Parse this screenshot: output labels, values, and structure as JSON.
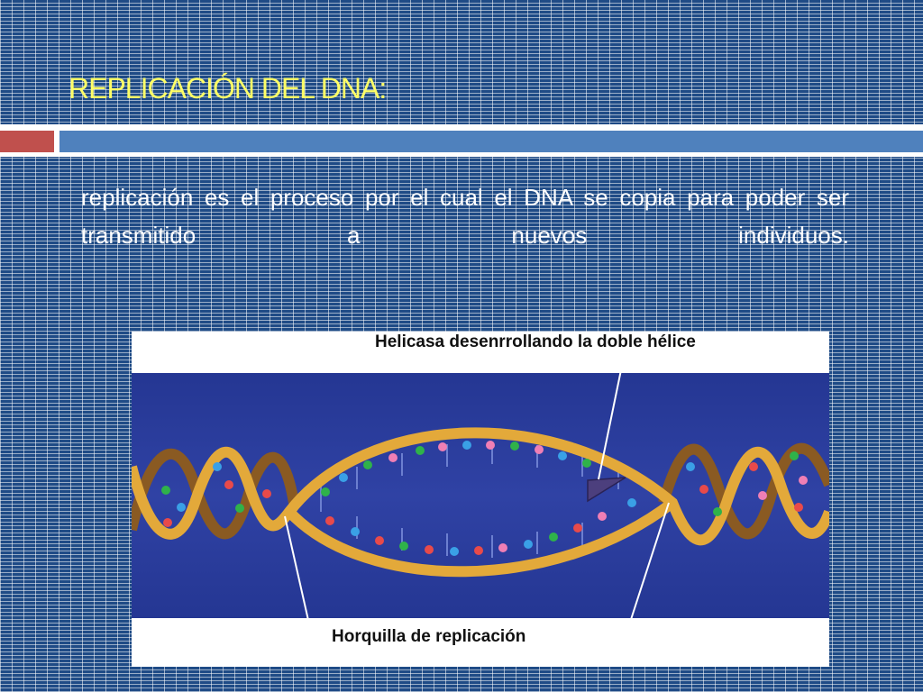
{
  "slide": {
    "title": "REPLICACIÓN DEL DNA:",
    "body": "replicación es el proceso por el cual el DNA se copia para poder ser transmitido a nuevos individuos."
  },
  "figure": {
    "label_top": "Helicasa desenrrollando la doble hélice",
    "label_bottom": "Horquilla de replicación",
    "icon": "dna-replication-illustration"
  },
  "colors": {
    "title": "#ffff66",
    "accent_red": "#c0504d",
    "accent_blue": "#4f81bd",
    "figure_background": "#2a3c9e",
    "strand": "#e3a93a"
  }
}
